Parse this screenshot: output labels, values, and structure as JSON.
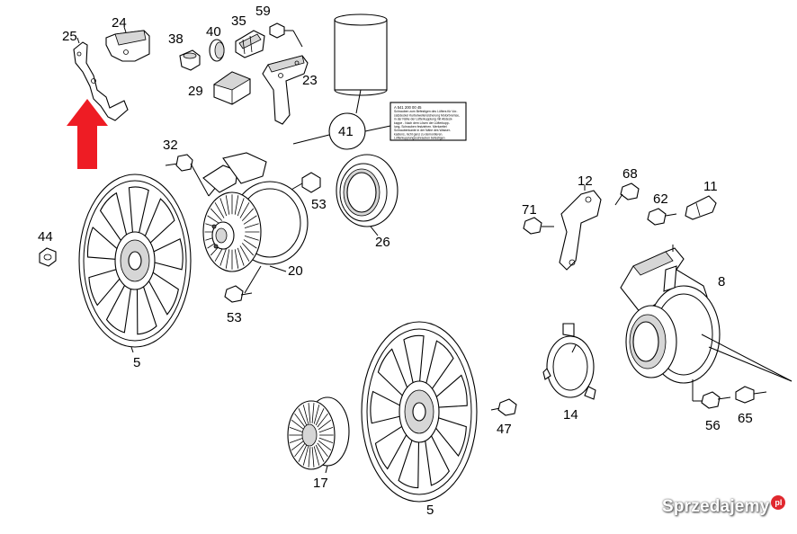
{
  "diagram": {
    "part_numbers": [
      "25",
      "24",
      "38",
      "40",
      "35",
      "59",
      "29",
      "23",
      "41",
      "32",
      "53",
      "44",
      "5",
      "20",
      "26",
      "12",
      "68",
      "71",
      "62",
      "11",
      "8",
      "14",
      "56",
      "65",
      "47",
      "17"
    ],
    "second_labels": {
      "p53b": "53",
      "p5b": "5"
    },
    "decal_text": [
      "A 541 200 00 45",
      "Schrauben zum Befestigen des Lüfters für Vor-",
      "satzdeckel Kurbelwellensicherung Motorbremse,",
      "in der Nähe der Lüfterkupplung mit Abdeck-",
      "kappe - Nach dem Lösen der Lüfterkupp-",
      "lung, Schrauben festziehen. Merkzettel",
      "Schraubenkante in der Nähe des Wasser-",
      "kastens, nicht ganz zu demontieren.",
      "Lüfterkupplungsschrauben befestigen"
    ],
    "arrow_color": "#ee1c24",
    "line_color": "#000000"
  },
  "watermark": {
    "text": "Sprzedajemy",
    "badge": "pl",
    "badge_color": "#e0282e"
  }
}
